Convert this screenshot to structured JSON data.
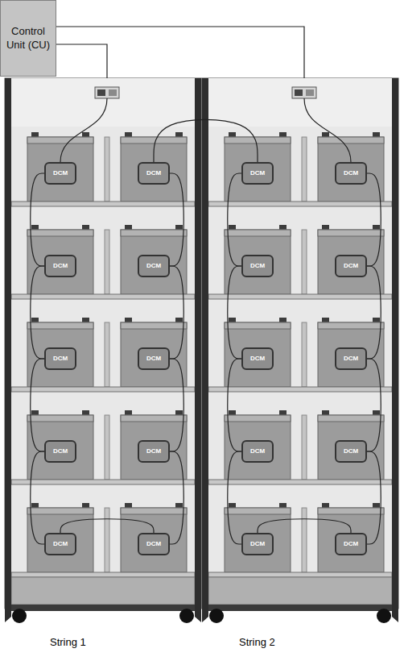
{
  "diagram": {
    "nodes": [
      {
        "text": [
          "Control Unit (CU)"
        ]
      },
      {
        "text": [
          "String 1"
        ]
      },
      {
        "text": [
          "DCM"
        ],
        "in": 1
      },
      {
        "text": [
          "DCM"
        ],
        "in": 1
      },
      {
        "text": [
          "DCM"
        ],
        "in": 1
      },
      {
        "text": [
          "DCM"
        ],
        "in": 1
      },
      {
        "text": [
          "DCM"
        ],
        "in": 1
      },
      {
        "text": [
          "DCM"
        ],
        "in": 1
      },
      {
        "text": [
          "DCM"
        ],
        "in": 1
      },
      {
        "text": [
          "DCM"
        ],
        "in": 1
      },
      {
        "text": [
          "DCM"
        ],
        "in": 1
      },
      {
        "text": [
          "DCM"
        ],
        "in": 1
      },
      {
        "text": [
          "String 2"
        ]
      },
      {
        "text": [
          "DCM"
        ],
        "in": 12
      },
      {
        "text": [
          "DCM"
        ],
        "in": 12
      },
      {
        "text": [
          "DCM"
        ],
        "in": 12
      },
      {
        "text": [
          "DCM"
        ],
        "in": 12
      },
      {
        "text": [
          "DCM"
        ],
        "in": 12
      },
      {
        "text": [
          "DCM"
        ],
        "in": 12
      },
      {
        "text": [
          "DCM"
        ],
        "in": 12
      },
      {
        "text": [
          "DCM"
        ],
        "in": 12
      },
      {
        "text": [
          "DCM"
        ],
        "in": 12
      },
      {
        "text": [
          "DCM"
        ],
        "in": 12
      }
    ],
    "edges": [
      {
        "from": 0,
        "to": 1,
        "arrow": "none"
      },
      {
        "from": 0,
        "to": 12,
        "arrow": "none"
      },
      {
        "from": 2,
        "to": 4,
        "arrow": "none"
      },
      {
        "from": 4,
        "to": 6,
        "arrow": "none"
      },
      {
        "from": 6,
        "to": 8,
        "arrow": "none"
      },
      {
        "from": 8,
        "to": 10,
        "arrow": "none"
      },
      {
        "from": 10,
        "to": 11,
        "arrow": "none"
      },
      {
        "from": 11,
        "to": 9,
        "arrow": "none"
      },
      {
        "from": 9,
        "to": 7,
        "arrow": "none"
      },
      {
        "from": 7,
        "to": 5,
        "arrow": "none"
      },
      {
        "from": 5,
        "to": 3,
        "arrow": "none"
      },
      {
        "from": 3,
        "to": 13,
        "arrow": "none"
      },
      {
        "from": 13,
        "to": 15,
        "arrow": "none"
      },
      {
        "from": 15,
        "to": 17,
        "arrow": "none"
      },
      {
        "from": 17,
        "to": 19,
        "arrow": "none"
      },
      {
        "from": 19,
        "to": 21,
        "arrow": "none"
      },
      {
        "from": 21,
        "to": 22,
        "arrow": "none"
      },
      {
        "from": 22,
        "to": 20,
        "arrow": "none"
      },
      {
        "from": 20,
        "to": 18,
        "arrow": "none"
      },
      {
        "from": 18,
        "to": 16,
        "arrow": "none"
      },
      {
        "from": 16,
        "to": 14,
        "arrow": "none"
      }
    ]
  }
}
